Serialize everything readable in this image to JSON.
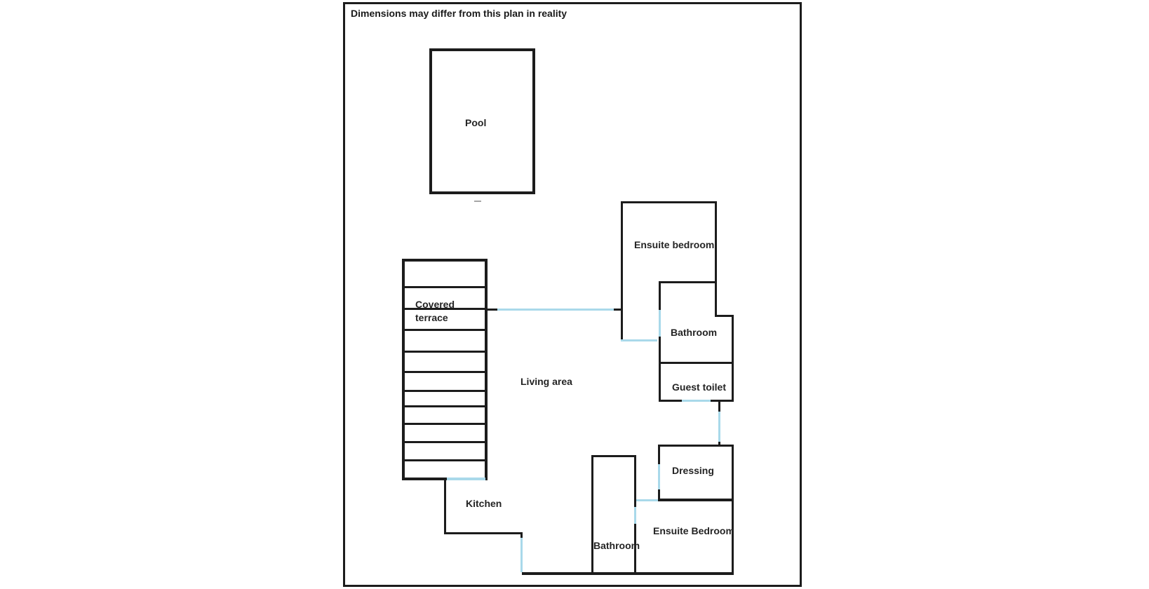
{
  "disclaimer": "Dimensions may differ from this plan in reality",
  "colors": {
    "wall": "#1c1c1c",
    "door": "#a9d9ea",
    "background": "#ffffff"
  },
  "rooms": {
    "pool": "Pool",
    "covered_terrace_line1": "Covered",
    "covered_terrace_line2": "terrace",
    "living_area": "Living area",
    "kitchen": "Kitchen",
    "ensuite_bedroom_top": "Ensuite bedroom",
    "bathroom_top": "Bathroom",
    "guest_toilet": "Guest toilet",
    "dressing": "Dressing",
    "ensuite_bedroom_bottom": "Ensuite Bedroom",
    "bathroom_bottom": "Bathroom"
  }
}
